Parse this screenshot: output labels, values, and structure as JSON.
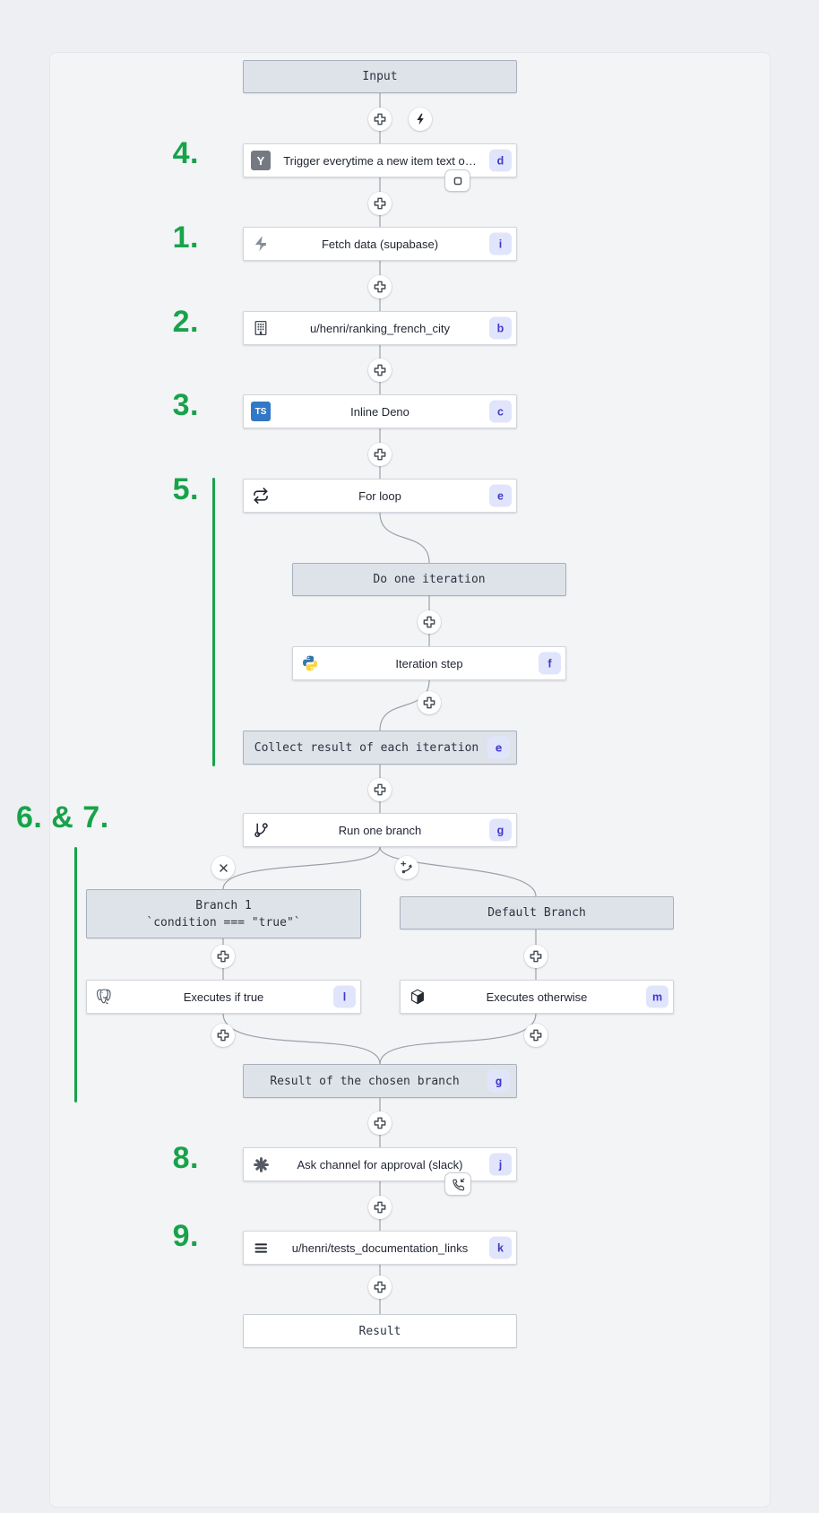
{
  "flow": {
    "input": {
      "label": "Input"
    },
    "trigger": {
      "label": "Trigger everytime a new item text o…",
      "badge": "d",
      "icon": "hn-y-icon",
      "icon_glyph": "Y"
    },
    "fetch_data": {
      "label": "Fetch data (supabase)",
      "badge": "i",
      "icon": "supabase-bolt-icon"
    },
    "ranking_script": {
      "label": "u/henri/ranking_french_city",
      "badge": "b",
      "icon": "building-icon"
    },
    "inline_deno": {
      "label": "Inline Deno",
      "badge": "c",
      "icon": "typescript-icon",
      "icon_glyph": "TS"
    },
    "for_loop": {
      "label": "For loop",
      "badge": "e",
      "icon": "repeat-icon"
    },
    "do_one_iteration": {
      "label": "Do one iteration"
    },
    "iteration_step": {
      "label": "Iteration step",
      "badge": "f",
      "icon": "python-icon"
    },
    "collect_result": {
      "label": "Collect result of each iteration",
      "badge": "e"
    },
    "run_one_branch": {
      "label": "Run one branch",
      "badge": "g",
      "icon": "git-branch-icon"
    },
    "branch_1": {
      "title": "Branch 1",
      "condition": "`condition === \"true\"`"
    },
    "default_branch": {
      "label": "Default Branch"
    },
    "executes_if_true": {
      "label": "Executes if true",
      "badge": "l",
      "icon": "postgresql-icon"
    },
    "executes_otherwise": {
      "label": "Executes otherwise",
      "badge": "m",
      "icon": "package-cube-icon"
    },
    "chosen_branch_result": {
      "label": "Result of the chosen branch",
      "badge": "g"
    },
    "slack_approval": {
      "label": "Ask channel for approval (slack)",
      "badge": "j",
      "icon": "slack-asterisk-icon"
    },
    "tests_documentation": {
      "label": "u/henri/tests_documentation_links",
      "badge": "k",
      "icon": "menu-lines-icon"
    },
    "result": {
      "label": "Result"
    }
  },
  "annotations": {
    "n4": "4.",
    "n1": "1.",
    "n2": "2.",
    "n3": "3.",
    "n5": "5.",
    "n6_7": "6. & 7.",
    "n8": "8.",
    "n9": "9."
  },
  "overlay_icons": {
    "add_step": "plus-icon",
    "add_trigger": "lightning-icon",
    "remove_branch": "x-icon",
    "add_branch": "branch-plus-icon",
    "early_stop": "stop-square-icon",
    "suspend_approval": "phone-incoming-icon"
  },
  "colors": {
    "annotation_green": "#17a34a",
    "badge_bg": "#e1e5fb",
    "badge_text": "#4238ca",
    "virtual_node_bg": "#dee3ea",
    "node_bg": "#ffffff",
    "connector": "#9aa0ab",
    "canvas_bg": "#f3f4f6"
  }
}
